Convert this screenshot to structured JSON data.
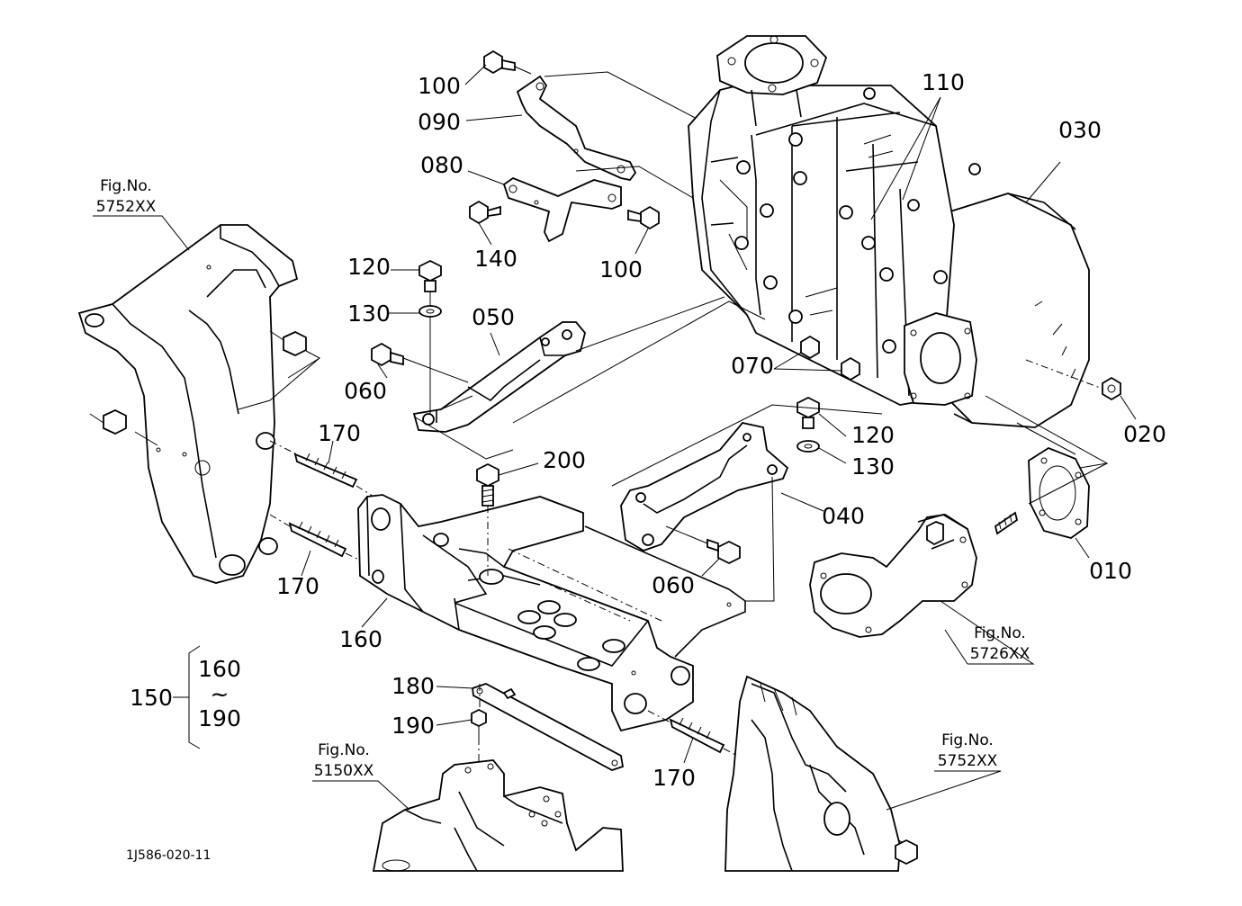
{
  "callouts": {
    "c100a": "100",
    "c090": "090",
    "c080": "080",
    "c140": "140",
    "c100b": "100",
    "c110": "110",
    "c030": "030",
    "c120a": "120",
    "c130a": "130",
    "c050": "050",
    "c060a": "060",
    "c070": "070",
    "c020": "020",
    "c120b": "120",
    "c130b": "130",
    "c170a": "170",
    "c200": "200",
    "c040": "040",
    "c010": "010",
    "c170b": "170",
    "c060b": "060",
    "c160": "160",
    "c180": "180",
    "c190": "190",
    "c170c": "170"
  },
  "group": {
    "number": "150",
    "from": "160",
    "tilde": "~",
    "to": "190"
  },
  "references": {
    "ref1": {
      "label": "Fig.No.",
      "code": "5752XX"
    },
    "ref2": {
      "label": "Fig.No.",
      "code": "5726XX"
    },
    "ref3": {
      "label": "Fig.No.",
      "code": "5150XX"
    },
    "ref4": {
      "label": "Fig.No.",
      "code": "5752XX"
    }
  },
  "drawing_code": "1J586-020-11"
}
